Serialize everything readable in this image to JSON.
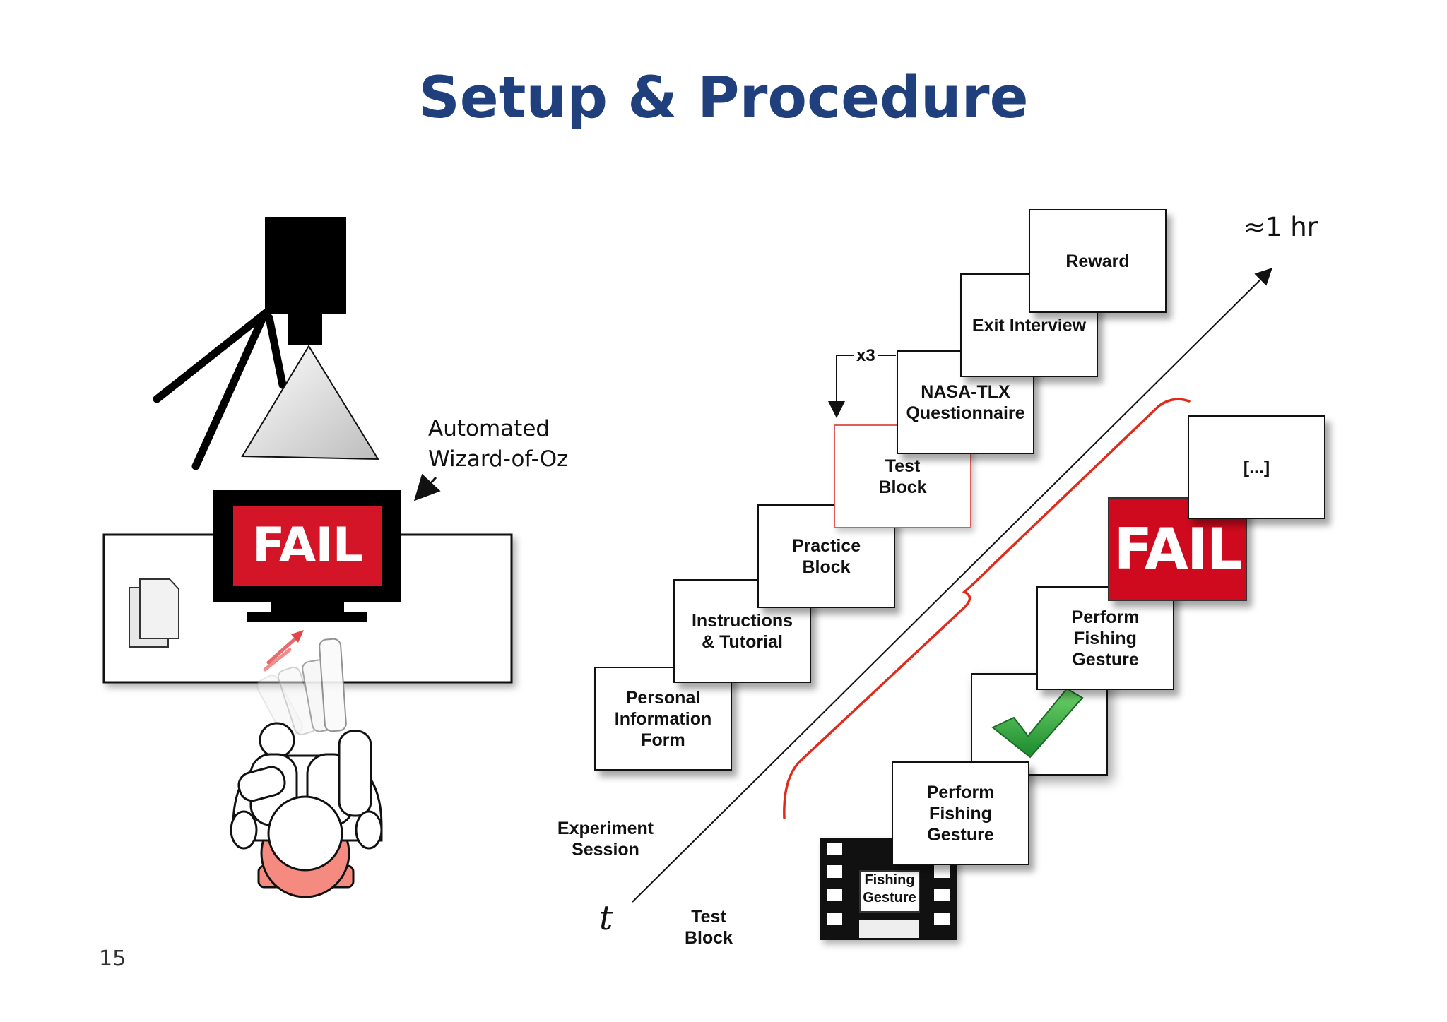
{
  "slide": {
    "title": "Setup & Procedure",
    "page_number": "15"
  },
  "setup": {
    "wizard_label": "Automated\nWizard-of-Oz",
    "screen_text": "FAIL"
  },
  "procedure": {
    "steps": [
      "Personal\nInformation\nForm",
      "Instructions\n& Tutorial",
      "Practice\nBlock",
      "Test\nBlock",
      "NASA-TLX\nQuestionnaire",
      "Exit Interview",
      "Reward"
    ],
    "repeat_label": "x3",
    "duration_label": "≈1 hr",
    "time_label": "t",
    "session_label": "Experiment\nSession"
  },
  "test_block": {
    "label": "Test\nBlock",
    "video_label": "Fishing\nGesture",
    "gesture_step_1": "Perform\nFishing\nGesture",
    "gesture_step_2": "Perform\nFishing\nGesture",
    "fail_text": "FAIL",
    "ellipsis": "[...]"
  },
  "colors": {
    "title": "#1f3f7d",
    "fail_red": "#cf0a1e",
    "brace_red": "#e02a1a",
    "check_green": "#2aa83a",
    "head_pink": "#f58a80"
  }
}
